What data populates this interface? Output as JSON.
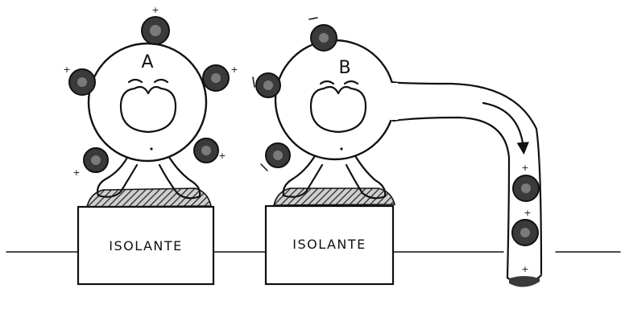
{
  "figure_a": {
    "letter": "A"
  },
  "figure_b": {
    "letter": "B"
  },
  "insulator_a": {
    "label": "ISOLANTE"
  },
  "insulator_b": {
    "label": "ISOLANTE"
  },
  "icons": {
    "charge_sphere": "charge-ball-icon",
    "flow_arrow": "arrow-down-icon"
  },
  "colors": {
    "ink": "#111111",
    "background": "#ffffff",
    "charge": "#3a3a3a"
  }
}
